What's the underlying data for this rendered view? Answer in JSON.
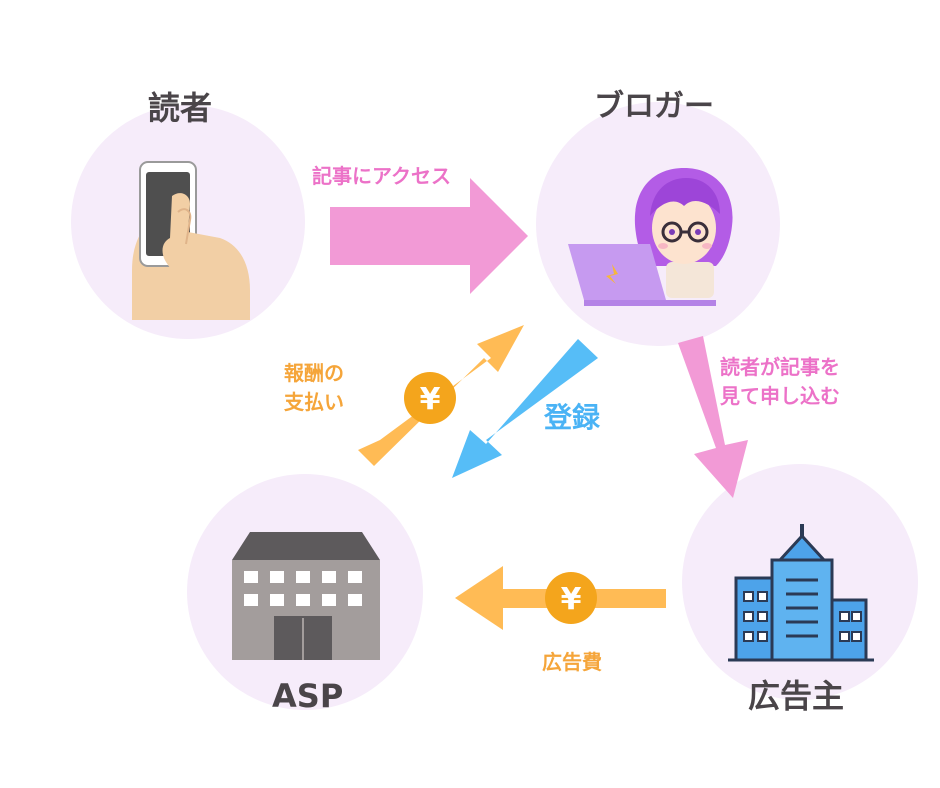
{
  "nodes": {
    "reader": {
      "label": "読者"
    },
    "blogger": {
      "label": "ブロガー"
    },
    "asp": {
      "label": "ASP"
    },
    "advertiser": {
      "label": "広告主"
    }
  },
  "flows": {
    "access_article": {
      "label": "記事にアクセス",
      "color": "#f29ad6"
    },
    "reward_payment": {
      "line1": "報酬の",
      "line2": "支払い",
      "color": "#ffbb55"
    },
    "registration": {
      "label": "登録",
      "color": "#56bdf7"
    },
    "apply": {
      "line1": "読者が記事を",
      "line2": "見て申し込む",
      "color": "#f29ad6"
    },
    "ad_fee": {
      "label": "広告費",
      "color": "#ffbb55"
    }
  },
  "badges": {
    "yen_symbol": "¥"
  },
  "colors": {
    "circle_fill": "#f6ecfa",
    "title_text": "#4a4549",
    "pink_text": "#ec72c8",
    "orange_text": "#f5a53a",
    "blue_text": "#4ab3f5"
  },
  "icons": {
    "reader": "hand-holding-smartphone-icon",
    "blogger": "girl-with-laptop-icon",
    "asp": "office-building-icon",
    "advertiser": "skyscraper-icon"
  }
}
